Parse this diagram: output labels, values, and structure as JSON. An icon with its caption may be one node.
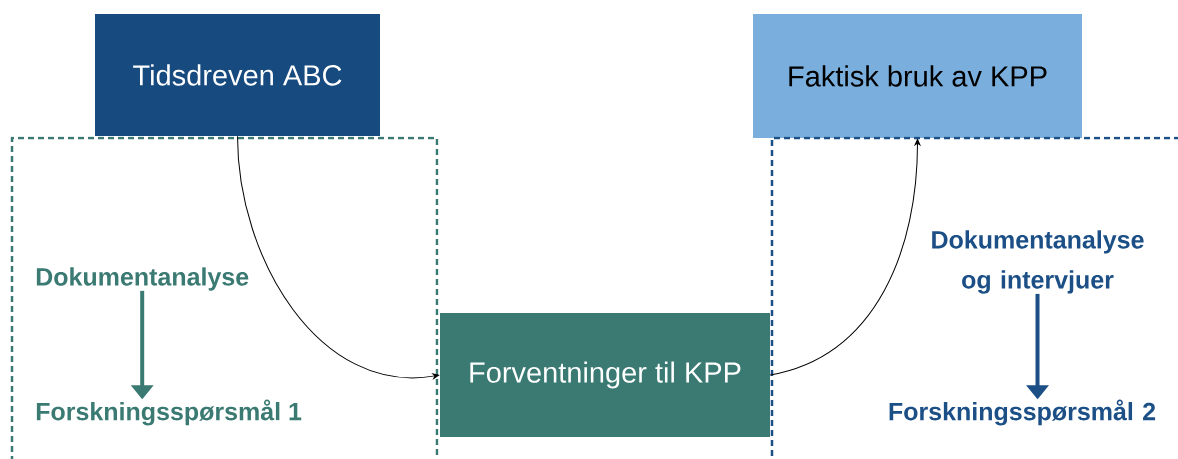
{
  "diagram": {
    "nodes": [
      {
        "text": [
          "Tidsdreven ABC"
        ]
      },
      {
        "text": [],
        "shape": "box"
      },
      {
        "text": [
          "Dokumentanalyse"
        ],
        "in": 1
      },
      {
        "text": [
          "Forskningsspørsmål 1"
        ],
        "in": 1
      },
      {
        "text": [
          "Forventninger til KPP"
        ]
      },
      {
        "text": [
          "Faktisk bruk av KPP"
        ]
      },
      {
        "text": [],
        "shape": "box"
      },
      {
        "text": [
          "Dokumentanalyse og intervjuer"
        ],
        "in": 6
      },
      {
        "text": [
          "Forskningsspørsmål 2"
        ],
        "in": 6
      }
    ],
    "edges": [
      {
        "from": 0,
        "to": 4,
        "arrow": "to"
      },
      {
        "from": 4,
        "to": 5,
        "arrow": "to"
      },
      {
        "from": 2,
        "to": 3,
        "arrow": "to",
        "style": "thick",
        "color": "#3a7a72"
      },
      {
        "from": 7,
        "to": 8,
        "arrow": "to",
        "style": "thick",
        "color": "#1b4f86"
      }
    ]
  }
}
